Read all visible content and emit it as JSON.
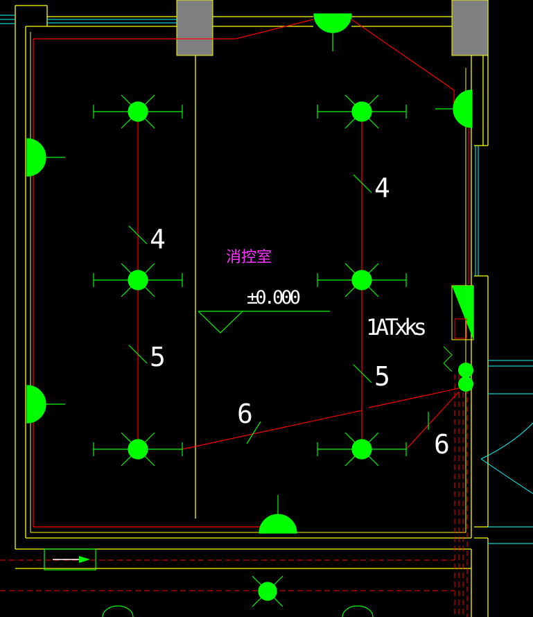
{
  "colors": {
    "background": "#000000",
    "wall": "#ffff00",
    "wire": "#ff0000",
    "fixture": "#00ff00",
    "column": "#808080",
    "aux": "#00ffff",
    "room_label": "#ff33ff",
    "annotation": "#ffffff"
  },
  "labels": {
    "room_name": "消控室",
    "elevation": "±0.000",
    "panel_id": "1ATxks",
    "wire_counts": {
      "left_upper": "4",
      "right_upper": "4",
      "left_lower": "5",
      "right_lower": "5",
      "bottom_mid": "6",
      "bottom_right": "6"
    }
  },
  "symbols": {
    "ceiling_light": "ceiling-light-icon",
    "wall_light": "wall-light-icon",
    "distribution_box": "distribution-box-icon",
    "exit_sign": "exit-arrow-icon",
    "elevation_marker": "elevation-triangle-icon",
    "door_swing": "door-swing-icon"
  }
}
